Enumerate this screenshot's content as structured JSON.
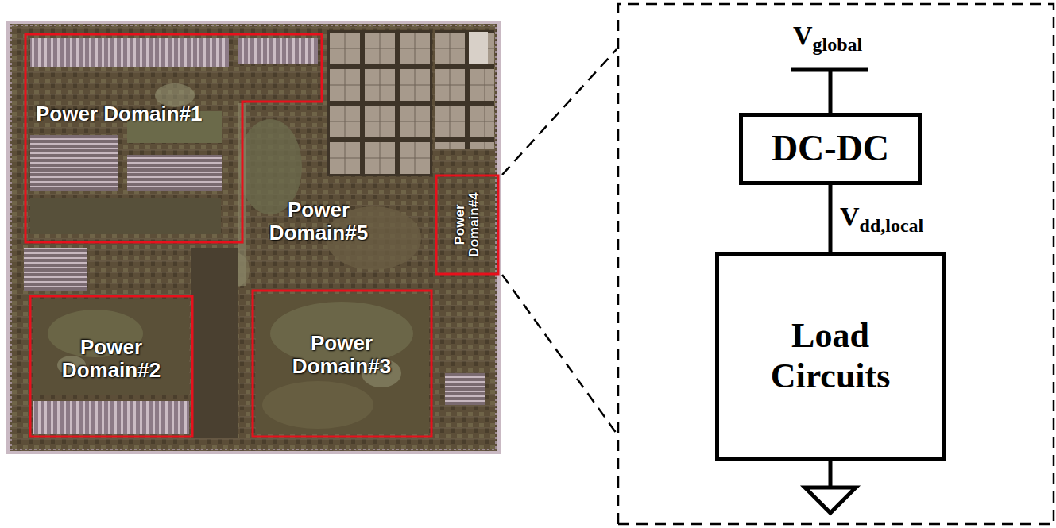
{
  "diagram": {
    "nodes": [
      {
        "text": [
          "Power Domain#1"
        ]
      },
      {
        "text": [
          "Power Domain#4"
        ]
      },
      {
        "text": [
          "Power Domain#2"
        ]
      },
      {
        "text": [
          "Power Domain#3"
        ]
      },
      {
        "text": [
          "DC-DC"
        ]
      },
      {
        "text": [
          "Load Circuits"
        ]
      }
    ],
    "edges": [
      {
        "from": 4,
        "to": 5,
        "arrow": "none",
        "label": "Vdd,local"
      }
    ],
    "labels": [
      "Power Domain#5",
      "Vglobal"
    ]
  }
}
